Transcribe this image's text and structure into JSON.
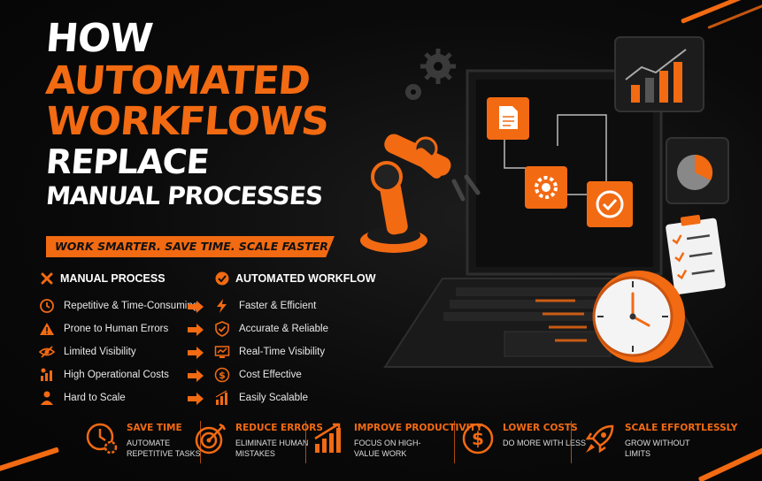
{
  "title": {
    "line1": "HOW",
    "line2": "AUTOMATED",
    "line3": "WORKFLOWS",
    "line4": "REPLACE",
    "line5": "MANUAL PROCESSES"
  },
  "tagline": "WORK SMARTER. SAVE TIME. SCALE FASTER.",
  "manual": {
    "heading": "MANUAL PROCESS",
    "items": [
      {
        "label": "Repetitive & Time-Consuming",
        "icon": "clock-icon"
      },
      {
        "label": "Prone to Human Errors",
        "icon": "warning-icon"
      },
      {
        "label": "Limited Visibility",
        "icon": "eye-slash-icon"
      },
      {
        "label": "High Operational Costs",
        "icon": "cost-chart-icon"
      },
      {
        "label": "Hard to Scale",
        "icon": "person-icon"
      }
    ]
  },
  "automated": {
    "heading": "AUTOMATED WORKFLOW",
    "items": [
      {
        "label": "Faster & Efficient",
        "icon": "lightning-icon"
      },
      {
        "label": "Accurate & Reliable",
        "icon": "shield-check-icon"
      },
      {
        "label": "Real-Time Visibility",
        "icon": "monitor-chart-icon"
      },
      {
        "label": "Cost Effective",
        "icon": "dollar-icon"
      },
      {
        "label": "Easily Scalable",
        "icon": "bar-chart-icon"
      }
    ]
  },
  "benefits": [
    {
      "title": "SAVE TIME",
      "sub": "AUTOMATE REPETITIVE TASKS",
      "icon": "clock-gear-icon"
    },
    {
      "title": "REDUCE ERRORS",
      "sub": "ELIMINATE HUMAN MISTAKES",
      "icon": "target-icon"
    },
    {
      "title": "IMPROVE PRODUCTIVITY",
      "sub": "FOCUS ON HIGH-VALUE WORK",
      "icon": "growth-chart-icon"
    },
    {
      "title": "LOWER COSTS",
      "sub": "DO MORE WITH LESS",
      "icon": "dollar-circle-icon"
    },
    {
      "title": "SCALE EFFORTLESSLY",
      "sub": "GROW WITHOUT LIMITS",
      "icon": "rocket-icon"
    }
  ],
  "colors": {
    "accent": "#f26a12",
    "background": "#050505",
    "text": "#ffffff"
  }
}
